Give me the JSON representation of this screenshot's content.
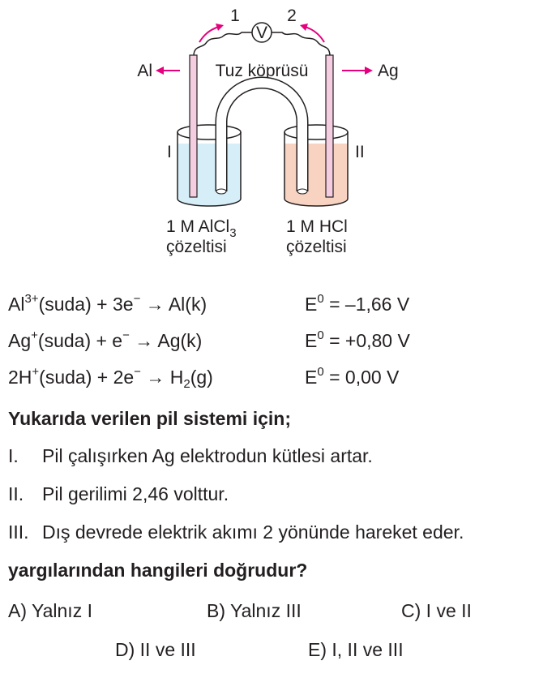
{
  "diagram": {
    "wire_label_1": "1",
    "wire_label_2": "2",
    "voltmeter": "V",
    "left_electrode": "Al",
    "right_electrode": "Ag",
    "salt_bridge": "Tuz köprüsü",
    "left_cell": "I",
    "right_cell": "II",
    "left_solution_line1": "1 M AlCl",
    "left_solution_sub": "3",
    "left_solution_line2": "çözeltisi",
    "right_solution_line1": "1 M HCl",
    "right_solution_line2": "çözeltisi",
    "colors": {
      "arrow": "#e6007e",
      "electrode": "#f4cde0",
      "left_solution": "#d5eef8",
      "right_solution": "#f8d3c2"
    }
  },
  "equations": [
    {
      "a": "Al",
      "a_sup": "3+",
      "b": "(suda) + 3e",
      "b_sup": "−",
      "arrow": " → ",
      "c": "Al(k)",
      "c_sub": "",
      "c2": "",
      "e": "E",
      "e_sup": "0",
      "value": " = –1,66 V"
    },
    {
      "a": "Ag",
      "a_sup": "+",
      "b": "(suda) + e",
      "b_sup": "−",
      "arrow": " → ",
      "c": "Ag(k)",
      "c_sub": "",
      "c2": "",
      "e": "E",
      "e_sup": "0",
      "value": " = +0,80 V"
    },
    {
      "a": "2H",
      "a_sup": "+",
      "b": "(suda) + 2e",
      "b_sup": "−",
      "arrow": " → ",
      "c": "H",
      "c_sub": "2",
      "c2": "(g)",
      "e": "E",
      "e_sup": "0",
      "value": " = 0,00 V"
    }
  ],
  "question": {
    "intro": "Yukarıda verilen pil sistemi için;",
    "statements": [
      {
        "num": "I.",
        "text": "Pil çalışırken Ag elektrodun kütlesi artar."
      },
      {
        "num": "II.",
        "text": "Pil gerilimi 2,46 volttur."
      },
      {
        "num": "III.",
        "text": "Dış devrede elektrik akımı 2 yönünde hareket eder."
      }
    ],
    "prompt": "yargılarından hangileri doğrudur?"
  },
  "options": [
    "A) Yalnız I",
    "B) Yalnız III",
    "C) I ve II",
    "D) II ve III",
    "E) I, II ve III"
  ]
}
